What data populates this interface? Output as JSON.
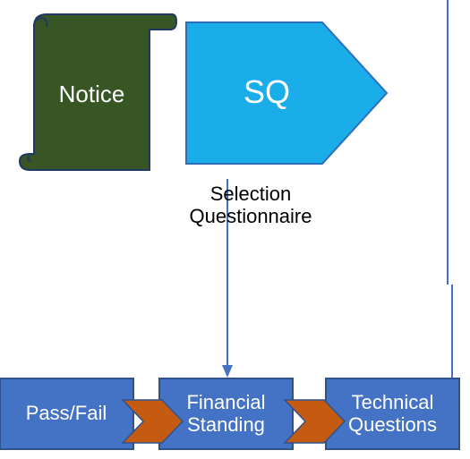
{
  "shapes": {
    "notice": {
      "label": "Notice",
      "fill": "#375623",
      "stroke": "#1f3864"
    },
    "sq": {
      "label": "SQ",
      "fill": "#1aadea",
      "stroke": "#2e6fb8"
    },
    "sq_caption": {
      "line1": "Selection",
      "line2": "Questionnaire"
    }
  },
  "stages": [
    {
      "label_line1": "Pass/Fail",
      "label_line2": ""
    },
    {
      "label_line1": "Financial",
      "label_line2": "Standing"
    },
    {
      "label_line1": "Technical",
      "label_line2": "Questions"
    }
  ],
  "colors": {
    "stage_fill": "#4472c4",
    "stage_stroke": "#2f528f",
    "chevron_fill": "#c55a11",
    "connector": "#4472c4"
  }
}
